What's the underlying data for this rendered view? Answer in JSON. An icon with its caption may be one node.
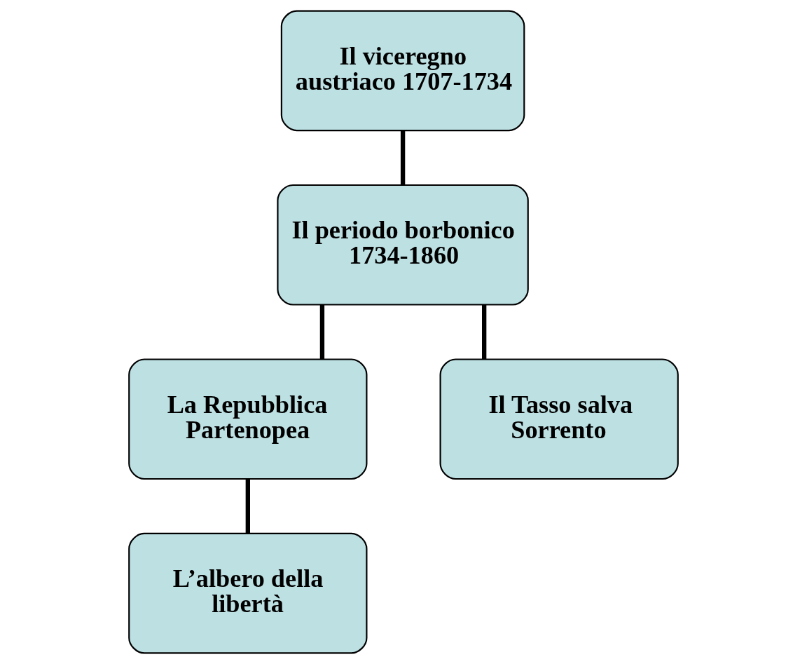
{
  "diagram": {
    "nodes": [
      {
        "text": [
          "Il viceregno austriaco 1707-1734"
        ]
      },
      {
        "text": [
          "Il periodo borbonico 1734-1860"
        ]
      },
      {
        "text": [
          "La Repubblica Partenopea"
        ]
      },
      {
        "text": [
          "Il Tasso salva Sorrento"
        ]
      },
      {
        "text": [
          "L’albero della libertà"
        ]
      }
    ],
    "edges": [
      {
        "from": 0,
        "to": 1,
        "arrow": "none"
      },
      {
        "from": 1,
        "to": 2,
        "arrow": "none"
      },
      {
        "from": 1,
        "to": 3,
        "arrow": "none"
      },
      {
        "from": 2,
        "to": 4,
        "arrow": "none"
      }
    ]
  }
}
